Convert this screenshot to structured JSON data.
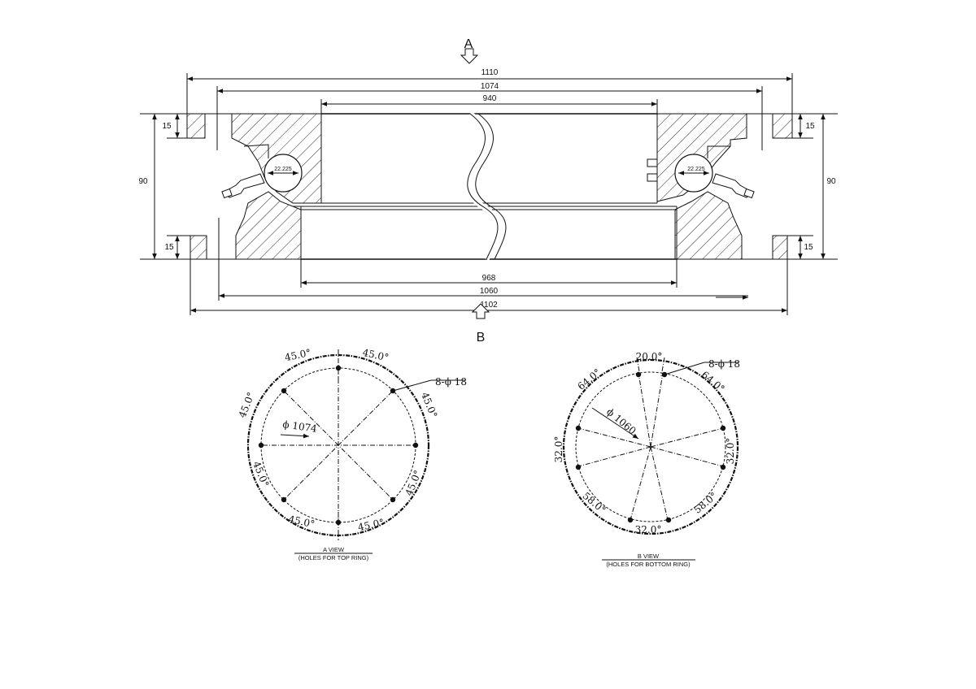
{
  "section": {
    "view_arrow_top": "A",
    "view_arrow_bottom": "B",
    "dimensions": {
      "outer_top": "1110",
      "pcd_top": "1074",
      "inner_top": "940",
      "inner_bottom": "968",
      "pcd_bottom": "1060",
      "outer_bottom": "1102",
      "height_left": "90",
      "height_right": "90",
      "flange_top_left": "15",
      "flange_bottom_left": "15",
      "flange_top_right": "15",
      "flange_bottom_right": "15",
      "ball_left": "22.225",
      "ball_right": "22.225"
    }
  },
  "view_a": {
    "caption_line1": "A VIEW",
    "caption_line2": "(HOLES FOR TOP RING)",
    "pcd_label": "ϕ 1074",
    "holes_label": "8-ϕ 18",
    "angles": [
      "45.0°",
      "45.0°",
      "45.0°",
      "45.0°",
      "45.0°",
      "45.0°",
      "45.0°",
      "45.0°"
    ]
  },
  "view_b": {
    "caption_line1": "B VIEW",
    "caption_line2": "(HOLES FOR BOTTOM RING)",
    "pcd_label": "ϕ 1060",
    "holes_label": "8-ϕ 18",
    "angles": [
      "20.0°",
      "64.0°",
      "64.0°",
      "32.0°",
      "32.0°",
      "58.0°",
      "58.0°",
      "32.0°"
    ]
  }
}
